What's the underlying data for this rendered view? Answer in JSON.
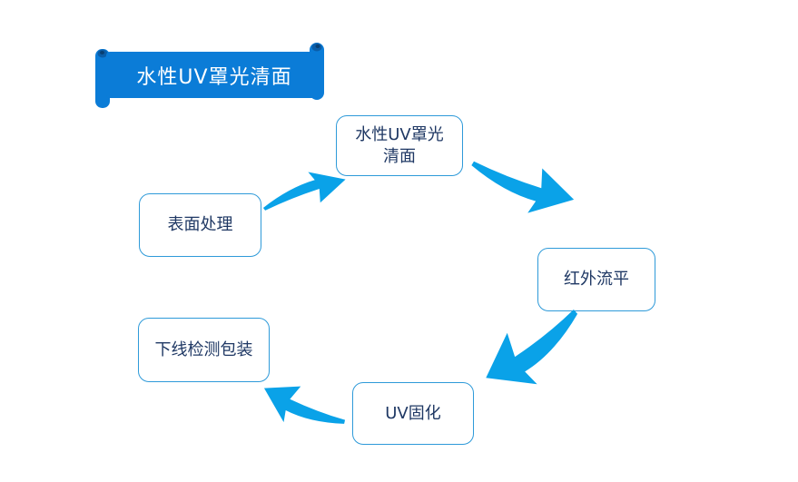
{
  "banner": {
    "title": "水性UV罩光清面"
  },
  "nodes": [
    {
      "id": "topcoat",
      "label": "水性UV罩光\n清面"
    },
    {
      "id": "surface",
      "label": "表面处理"
    },
    {
      "id": "ir",
      "label": "红外流平"
    },
    {
      "id": "offline",
      "label": "下线检测包装"
    },
    {
      "id": "uv",
      "label": "UV固化"
    }
  ],
  "connections": [
    {
      "from": "表面处理",
      "to": "水性UV罩光清面"
    },
    {
      "from": "水性UV罩光清面",
      "to": "红外流平"
    },
    {
      "from": "红外流平",
      "to": "UV固化"
    },
    {
      "from": "UV固化",
      "to": "下线检测包装"
    }
  ],
  "colors": {
    "banner_blue": "#0b7cd7",
    "banner_dark": "#0a5da8",
    "banner_darker": "#083f73",
    "banner_text": "#ffffff",
    "arrow_blue": "#0aa2e8",
    "node_border": "#2e9ad9",
    "node_text": "#1f3864",
    "background": "#ffffff"
  }
}
